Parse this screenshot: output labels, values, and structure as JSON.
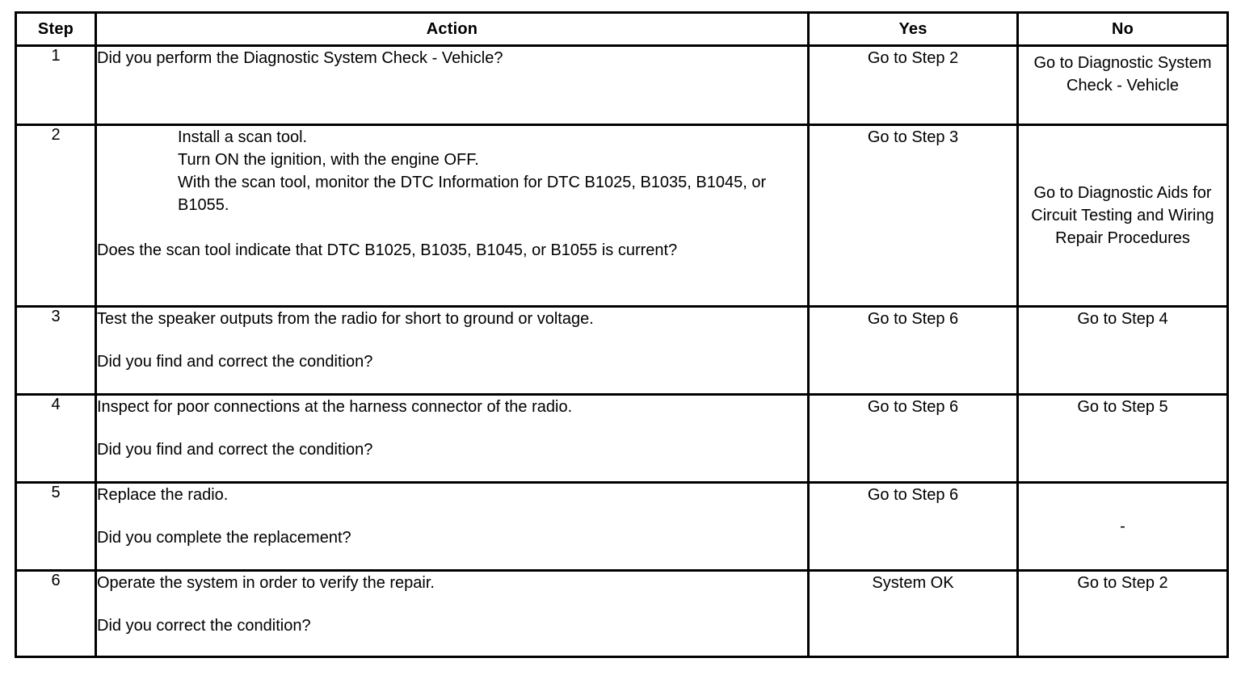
{
  "table": {
    "columns": [
      "Step",
      "Action",
      "Yes",
      "No"
    ],
    "rows": [
      {
        "step": "1",
        "action_lines": [
          "Did you perform the Diagnostic System Check - Vehicle?"
        ],
        "yes": "Go to Step 2",
        "no": "Go to Diagnostic System Check - Vehicle"
      },
      {
        "step": "2",
        "action_sub": [
          "Install a scan tool.",
          "Turn ON the ignition, with the engine OFF.",
          "With the scan tool, monitor the DTC Information for DTC B1025, B1035, B1045, or B1055."
        ],
        "action_question": "Does the scan tool indicate that DTC B1025, B1035, B1045, or B1055 is current?",
        "yes": "Go to Step 3",
        "no": "Go to Diagnostic Aids for Circuit Testing and Wiring Repair Procedures"
      },
      {
        "step": "3",
        "action_statement": "Test the speaker outputs from the radio for short to ground or voltage.",
        "action_question": "Did you find and correct the condition?",
        "yes": "Go to Step 6",
        "no": "Go to Step 4"
      },
      {
        "step": "4",
        "action_statement": "Inspect for poor connections at the harness connector of the radio.",
        "action_question": "Did you find and correct the condition?",
        "yes": "Go to Step 6",
        "no": "Go to Step 5"
      },
      {
        "step": "5",
        "action_statement": "Replace the radio.",
        "action_question": "Did you complete the replacement?",
        "yes": "Go to Step 6",
        "no": "-"
      },
      {
        "step": "6",
        "action_statement": "Operate the system in order to verify the repair.",
        "action_question": "Did you correct the condition?",
        "yes": "System OK",
        "no": "Go to Step 2"
      }
    ]
  },
  "colors": {
    "border": "#000000",
    "text": "#000000",
    "background": "#ffffff"
  }
}
